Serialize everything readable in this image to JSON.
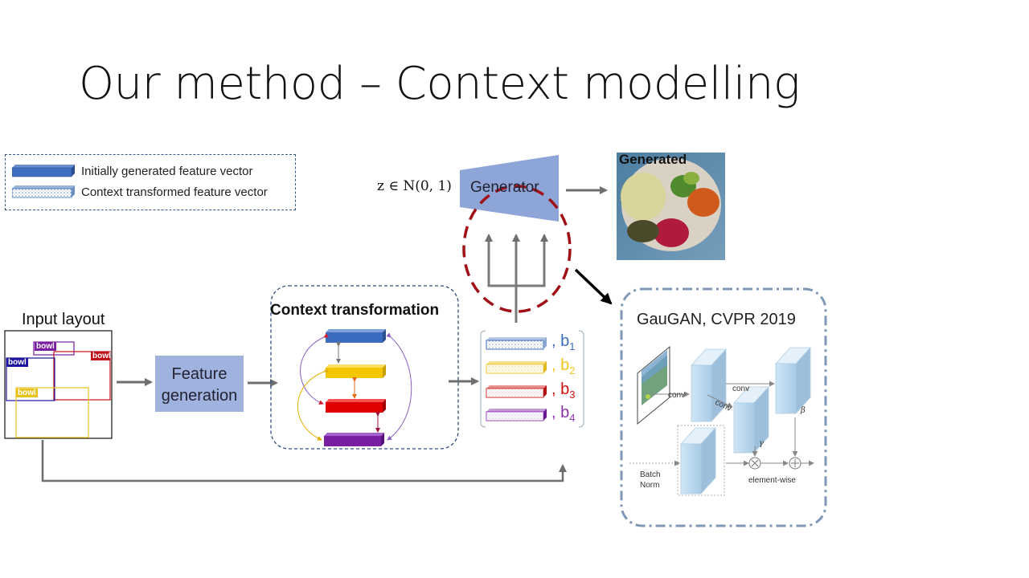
{
  "title": "Our method – Context modelling",
  "legend": {
    "initial": "Initially generated feature vector",
    "context": "Context transformed feature vector"
  },
  "input_layout": {
    "label": "Input layout",
    "boxes": [
      {
        "label": "bowl",
        "color": "#7a1fa2"
      },
      {
        "label": "bowl",
        "color": "#c0101a"
      },
      {
        "label": "bowl",
        "color": "#1a14a0"
      },
      {
        "label": "bowl",
        "color": "#e8c21a"
      }
    ]
  },
  "feature_generation": {
    "line1": "Feature",
    "line2": "generation",
    "color": "#9fb3de"
  },
  "context_transformation": {
    "label": "Context transformation"
  },
  "bars": {
    "colors": [
      "#3c6cc0",
      "#f4c500",
      "#e00000",
      "#7a1fa2"
    ]
  },
  "vectors": {
    "items": [
      {
        "comma": ",",
        "letter": "b",
        "sub": "1",
        "color": "#3c6cc0"
      },
      {
        "comma": ",",
        "letter": "b",
        "sub": "2",
        "color": "#f0c419"
      },
      {
        "comma": ",",
        "letter": "b",
        "sub": "3",
        "color": "#d01010"
      },
      {
        "comma": ",",
        "letter": "b",
        "sub": "4",
        "color": "#8a2fb0"
      }
    ]
  },
  "generator": {
    "label": "Generator",
    "noise": "z ∈ N(0, 1)"
  },
  "generated": {
    "label": "Generated"
  },
  "gaugan": {
    "title": "GauGAN, CVPR 2019",
    "conv1": "conv",
    "conv2": "conv",
    "conv3": "conv",
    "gamma": "γ",
    "beta": "β",
    "batch_norm_1": "Batch",
    "batch_norm_2": "Norm",
    "element_wise": "element-wise"
  }
}
